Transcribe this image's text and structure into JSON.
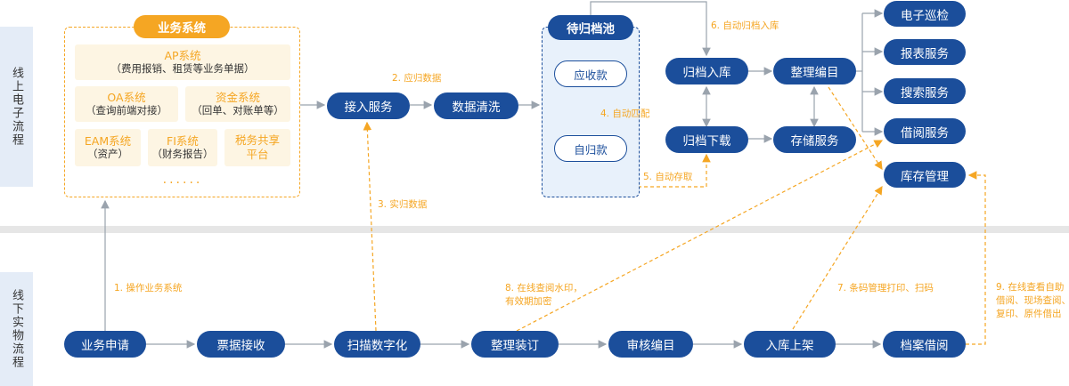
{
  "lanes": {
    "online": "线上电子流程",
    "offline": "线下实物流程"
  },
  "system_box": {
    "title": "业务系统",
    "ap": {
      "name": "AP系统",
      "desc": "（费用报销、租赁等业务单据）"
    },
    "oa": {
      "name": "OA系统",
      "desc": "（查询前端对接）"
    },
    "fund": {
      "name": "资金系统",
      "desc": "（回单、对账单等）"
    },
    "eam": {
      "name": "EAM系统",
      "desc": "（资产）"
    },
    "fi": {
      "name": "FI系统",
      "desc": "（财务报告）"
    },
    "tax": {
      "name": "税务共享平台"
    },
    "more": "······"
  },
  "pool": {
    "title": "待归档池",
    "receivable": "应收款",
    "self_archive": "自归款"
  },
  "nodes": {
    "access": "接入服务",
    "cleaning": "数据清洗",
    "archive_in": "归档入库",
    "archive_down": "归档下载",
    "catalog": "整理编目",
    "storage": "存储服务",
    "inspection": "电子巡检",
    "report": "报表服务",
    "search": "搜索服务",
    "borrow_service": "借阅服务",
    "inventory": "库存管理",
    "apply": "业务申请",
    "receive": "票据接收",
    "scan": "扫描数字化",
    "binding": "整理装订",
    "review": "审核编目",
    "shelve": "入库上架",
    "borrow": "档案借阅"
  },
  "labels": {
    "l1": "1. 操作业务系统",
    "l2": "2. 应归数据",
    "l3": "3. 实归数据",
    "l4": "4. 自动匹配",
    "l5": "5. 自动存取",
    "l6": "6. 自动归档入库",
    "l7": "7. 条码管理打印、扫码",
    "l8a": "8. 在线查阅水印，",
    "l8b": "有效期加密",
    "l9a": "9. 在线查看自助",
    "l9b": "借阅、现场查阅、",
    "l9c": "复印、原件借出"
  },
  "colors": {
    "primary": "#1b4e9b",
    "accent": "#f5a623",
    "lane_bg": "#e4ecf7",
    "pool_bg": "#e8f1fb"
  }
}
